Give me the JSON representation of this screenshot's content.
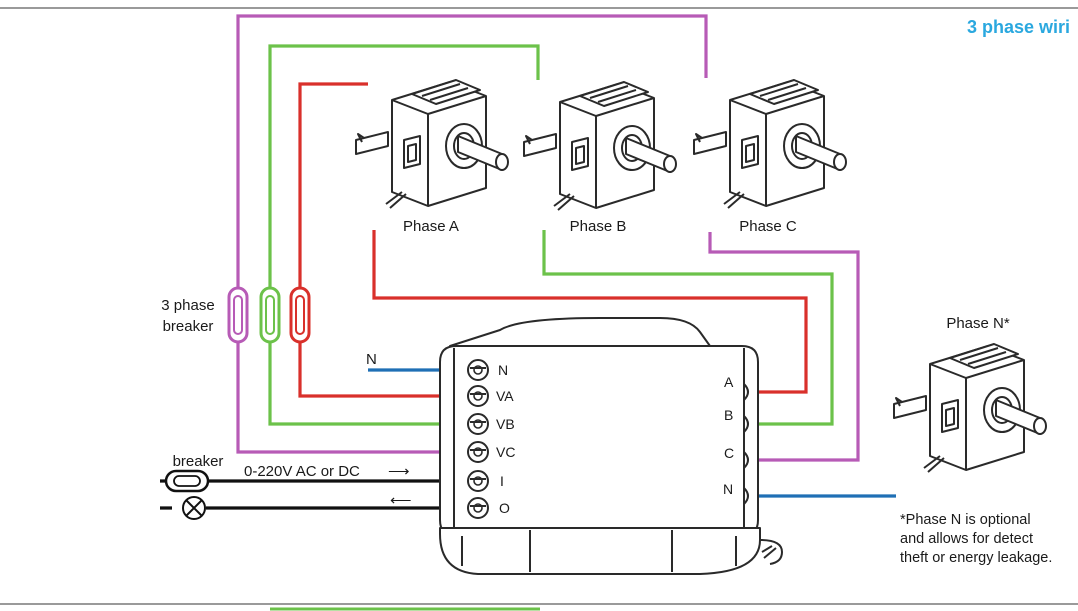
{
  "title": "3 phase wiri",
  "colors": {
    "phase_a": "#d9302b",
    "phase_b": "#6cc24a",
    "phase_c": "#b75bb6",
    "neutral": "#1f6fb5",
    "line": "#111111",
    "title": "#2aa8df"
  },
  "icons": {
    "ct_clamp": "ct-clamp-icon",
    "lamp": "lamp-icon",
    "breaker": "breaker-icon"
  },
  "sensors": [
    {
      "label": "Phase A"
    },
    {
      "label": "Phase B"
    },
    {
      "label": "Phase C"
    },
    {
      "label": "Phase N*"
    }
  ],
  "breaker": {
    "three_phase_line1": "3 phase",
    "three_phase_line2": "breaker",
    "single": "breaker"
  },
  "neutral_label": "N",
  "supply": {
    "text": "0-220V AC or DC",
    "arrow_in": "⟶",
    "arrow_out": "⟵"
  },
  "device": {
    "left_terminals": [
      "N",
      "VA",
      "VB",
      "VC",
      "I",
      "O"
    ],
    "right_terminals": [
      "A",
      "B",
      "C",
      "N"
    ]
  },
  "note": {
    "line1": "*Phase N is optional",
    "line2": "and allows for detect",
    "line3": "theft or energy leakage."
  }
}
